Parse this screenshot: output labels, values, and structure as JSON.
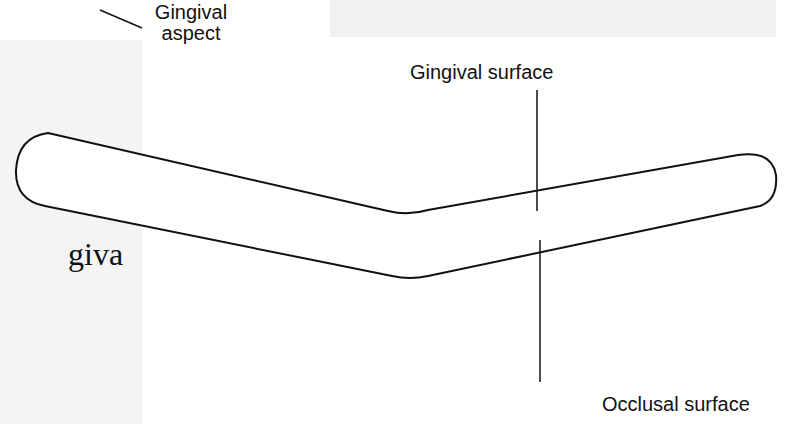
{
  "diagram": {
    "labels": [
      "Gingival aspect",
      "Gingival surface",
      "Occlusal surface",
      "giva"
    ]
  }
}
